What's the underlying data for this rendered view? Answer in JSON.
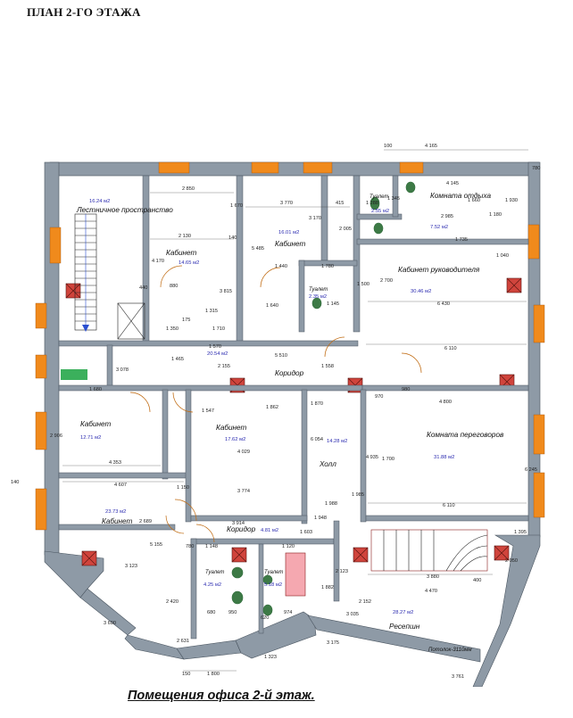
{
  "header": {
    "title": "ПЛАН 2-ГО ЭТАЖА"
  },
  "footer": {
    "caption": "Помещения офиса 2-й этаж."
  },
  "rooms": [
    {
      "id": "stair",
      "label": "Лестничное пространство",
      "area": "16.24 м2"
    },
    {
      "id": "cab1",
      "label": "Кабинет",
      "area": "14.65 м2"
    },
    {
      "id": "cab2",
      "label": "Кабинет",
      "area": "16.01 м2"
    },
    {
      "id": "toilet1",
      "label": "Туалет",
      "area": "2.55 м2"
    },
    {
      "id": "rest",
      "label": "Комната отдыха",
      "area": "7.52 м2"
    },
    {
      "id": "boss",
      "label": "Кабинет руководителя",
      "area": "30.46 м2"
    },
    {
      "id": "toilet2",
      "label": "Туалет",
      "area": "2.35 м2"
    },
    {
      "id": "corr1",
      "label": "Коридор",
      "area": "20.54 м2"
    },
    {
      "id": "cab3",
      "label": "Кабинет",
      "area": "12.71 м2"
    },
    {
      "id": "cab4",
      "label": "Кабинет",
      "area": "17.62 м2"
    },
    {
      "id": "hall",
      "label": "Холл",
      "area": "14.28 м2"
    },
    {
      "id": "meet",
      "label": "Комната переговоров",
      "area": "31.88 м2"
    },
    {
      "id": "cab5",
      "label": "Кабинет",
      "area": "23.73 м2"
    },
    {
      "id": "corr2",
      "label": "Коридор",
      "area": "4.81 м2"
    },
    {
      "id": "toilet3",
      "label": "Туалет",
      "area": "4.25 м2"
    },
    {
      "id": "toilet4",
      "label": "Туалет",
      "area": "5.18 м2"
    },
    {
      "id": "recep",
      "label": "Ресепшн",
      "area": "28.27 м2"
    }
  ],
  "dimensions": [
    "100",
    "4 165",
    "780",
    "2 850",
    "3 770",
    "415",
    "1 288",
    "1 345",
    "4 145",
    "2 985",
    "1 180",
    "1 930",
    "1 660",
    "1 735",
    "1 040",
    "2 130",
    "140",
    "4 170",
    "5 485",
    "3 815",
    "1 670",
    "3 170",
    "2 005",
    "1 440",
    "2 700",
    "1 780",
    "1 500",
    "6 430",
    "440",
    "880",
    "1 640",
    "1 145",
    "1 315",
    "175",
    "1 350",
    "1 710",
    "1 570",
    "5 510",
    "6 110",
    "1 465",
    "2 155",
    "3 078",
    "1 680",
    "1 558",
    "970",
    "980",
    "4 800",
    "1 547",
    "1 862",
    "2 906",
    "4 353",
    "4 029",
    "3 774",
    "1 870",
    "6 054",
    "1 985",
    "6 110",
    "4 935",
    "1 700",
    "6 245",
    "4 607",
    "140",
    "1 150",
    "3 914",
    "1 988",
    "1 948",
    "1 603",
    "2 689",
    "5 155",
    "3 123",
    "3 880",
    "1 395",
    "2 050",
    "4 470",
    "2 420",
    "3 690",
    "2 631",
    "1 323",
    "150",
    "1 800",
    "3 175",
    "3 761",
    "1 882",
    "2 123",
    "3 035",
    "2 152",
    "1 148",
    "1 120",
    "780",
    "974",
    "620",
    "680",
    "950",
    "400"
  ],
  "notes": {
    "ceiling": "Потолок-3110мм"
  },
  "colors": {
    "wall": "#8e9aa6",
    "window": "#f08a1c",
    "column": "#d0443c",
    "dim": "#222222",
    "area_text": "#2b2bb0"
  }
}
